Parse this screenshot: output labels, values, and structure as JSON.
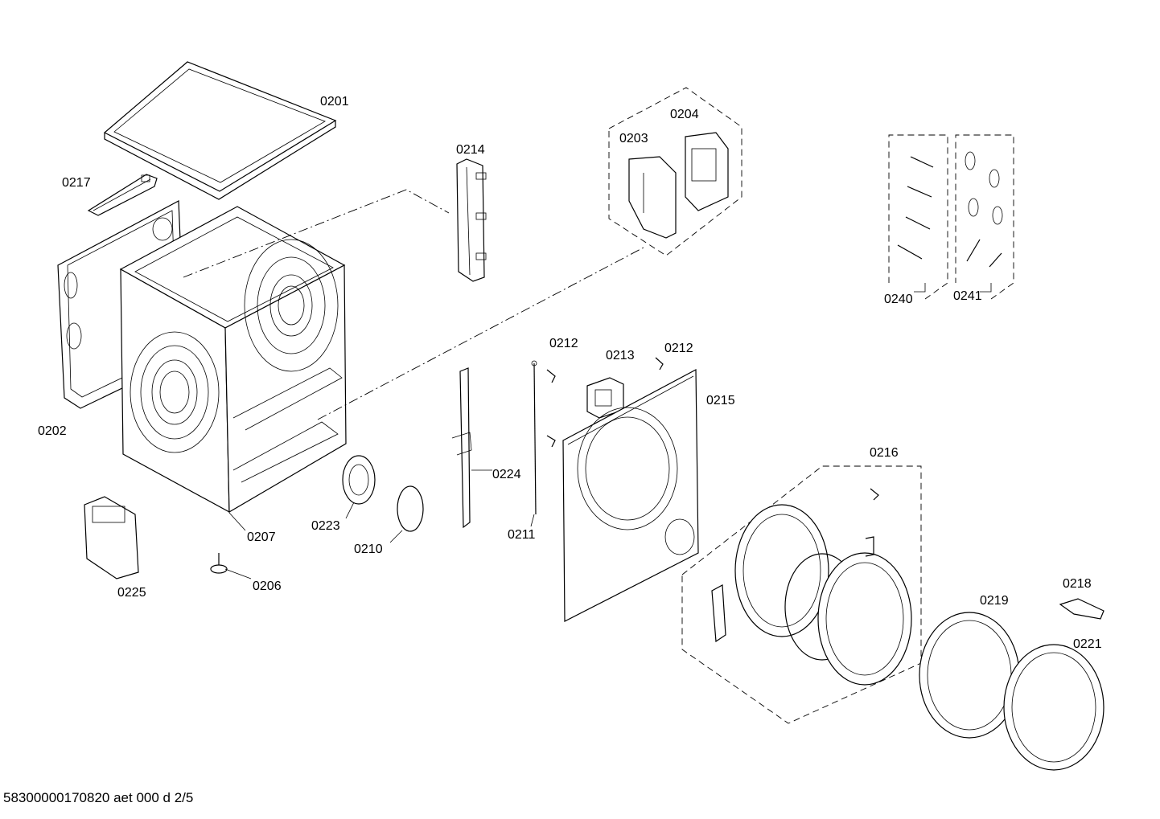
{
  "labels": {
    "p0201": "0201",
    "p0202": "0202",
    "p0203": "0203",
    "p0204": "0204",
    "p0206": "0206",
    "p0207": "0207",
    "p0210": "0210",
    "p0211": "0211",
    "p0212a": "0212",
    "p0212b": "0212",
    "p0213": "0213",
    "p0214": "0214",
    "p0215": "0215",
    "p0216": "0216",
    "p0217": "0217",
    "p0218": "0218",
    "p0219": "0219",
    "p0221": "0221",
    "p0223": "0223",
    "p0224": "0224",
    "p0225": "0225",
    "p0240": "0240",
    "p0241": "0241"
  },
  "footer": "58300000170820 aet 000 d 2/5"
}
